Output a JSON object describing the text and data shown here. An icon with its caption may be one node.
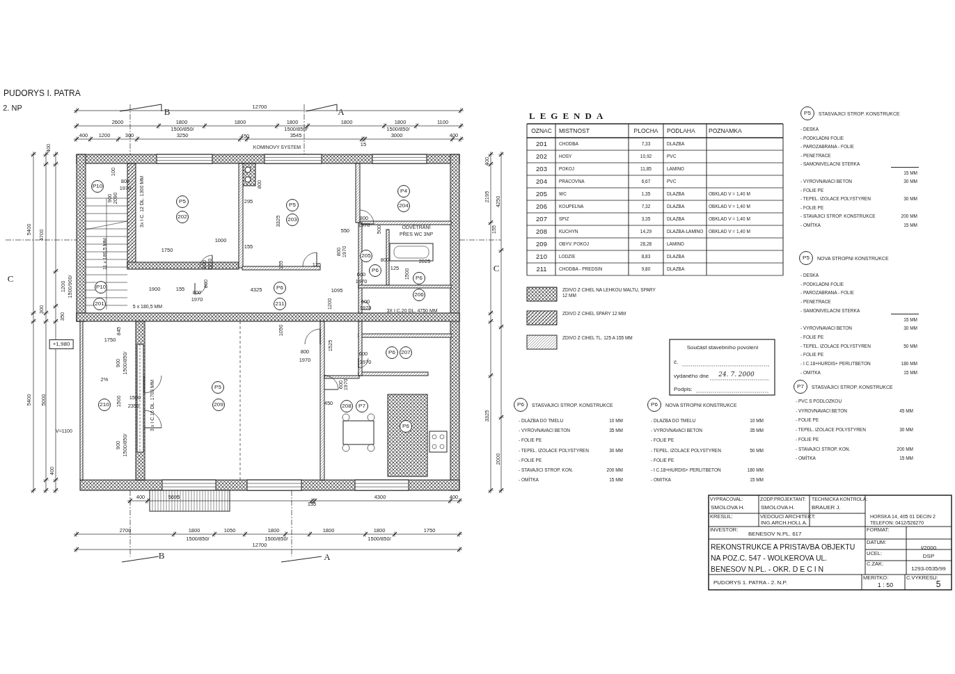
{
  "diagram": {
    "title": "PUDORYS I. PATRA",
    "nodes": [
      {
        "text": [
          "P10"
        ]
      },
      {
        "text": [
          "P5"
        ]
      },
      {
        "text": [
          "202"
        ]
      },
      {
        "text": [
          "P5"
        ]
      },
      {
        "text": [
          "203"
        ]
      },
      {
        "text": [
          "P4"
        ]
      },
      {
        "text": [
          "204"
        ]
      },
      {
        "text": [
          "205"
        ]
      },
      {
        "text": [
          "P6"
        ]
      },
      {
        "text": [
          "P6"
        ]
      },
      {
        "text": [
          "206"
        ]
      },
      {
        "text": [
          "P10"
        ]
      },
      {
        "text": [
          "P6"
        ]
      },
      {
        "text": [
          "201"
        ]
      },
      {
        "text": [
          "211"
        ]
      },
      {
        "text": [
          "+1,980"
        ]
      },
      {
        "text": [
          "P6"
        ]
      },
      {
        "text": [
          "207"
        ]
      },
      {
        "text": [
          "P5"
        ]
      },
      {
        "text": [
          "210"
        ]
      },
      {
        "text": [
          "209"
        ]
      },
      {
        "text": [
          "208"
        ]
      },
      {
        "text": [
          "P7"
        ]
      },
      {
        "text": [
          "P6"
        ]
      },
      {
        "text": [
          "P5"
        ],
        "beside": [
          "STASVAJICI STROP. KONSTRUKCE"
        ]
      },
      {
        "text": [
          "P5"
        ],
        "beside": [
          "NOVA STROPNI KONSTRUKCE"
        ]
      },
      {
        "text": [
          "P7"
        ],
        "beside": [
          "STASVAJICI STROP. KONSTRUKCE"
        ]
      },
      {
        "text": [
          "P6"
        ],
        "beside": [
          "STASVAJICI STROP. KONSTRUKCE"
        ]
      },
      {
        "text": [
          "P6"
        ],
        "beside": [
          "NOVA STROPNI KONSTRUKCE"
        ]
      }
    ],
    "labels": [
      "2. NP",
      "B",
      "A",
      "12700",
      "2600",
      "1800",
      "1800",
      "1800",
      "1800",
      "1800",
      "1100",
      "1500/850/",
      "1500/850/",
      "1500/850/",
      "400",
      "1200",
      "300",
      "3250",
      "450",
      "3545",
      "3000",
      "400",
      "15",
      "KOMINOVY SYSTEM",
      "400",
      "5400",
      "4700",
      "C",
      "100",
      "800",
      "1970",
      "900",
      "2090",
      "3x I C. 12 DL. 1300 MM",
      "800",
      "295",
      "3325",
      "800",
      "1970",
      "500",
      "ODVĚTRÁNÍ",
      "PŘES WC 3NP",
      "550",
      "1000",
      "1750",
      "155",
      "11 x 180,5 MM",
      "800",
      "1970",
      "155",
      "125",
      "800",
      "1970",
      "2025",
      "800",
      "125",
      "600",
      "1970",
      "1500",
      "1900",
      "155",
      "800",
      "800",
      "1970",
      "4325",
      "1095",
      "1200",
      "1500/900/",
      "5 x 180,5 MM",
      "600",
      "1970",
      "1200",
      "3X I C.20 DL. 4750 MM",
      "300",
      "350",
      "1750",
      "845",
      "1050",
      "1525",
      "800",
      "1970",
      "600",
      "1970",
      "900",
      "1500/850/",
      "2%",
      "600",
      "1970",
      "1500",
      "1500",
      "2350",
      "3 x I C.16 DL. 1700 MM",
      "5400",
      "5000",
      "450",
      "V=1100",
      "900",
      "1500/850/",
      "400",
      "400",
      "5695",
      "155",
      "4300",
      "400",
      "2700",
      "1800",
      "1050",
      "1800",
      "1800",
      "1800",
      "1750",
      "1500/850/",
      "1500/850/",
      "1500/850/",
      "12700",
      "B",
      "A",
      "C",
      "400",
      "2195",
      "4250",
      "155",
      "3325",
      "2000",
      "LEGENDA",
      "OZNAC",
      "MISTNOST",
      "PLOCHA",
      "PODLAHA",
      "POZNAMKA",
      "201",
      "CHODBA",
      "7,33",
      "DLAZBA",
      "202",
      "HOSY",
      "10,92",
      "PVC",
      "203",
      "POKOJ",
      "11,85",
      "LAMINO",
      "204",
      "PRACOVNA",
      "6,67",
      "PVC",
      "205",
      "WC",
      "1,35",
      "DLAZBA",
      "OBKLAD V = 1,40 M",
      "206",
      "KOUPELNA",
      "7,32",
      "DLAZBA",
      "OBKLAD V = 1,40 M",
      "207",
      "SPIZ",
      "3,35",
      "DLAZBA",
      "OBKLAD V = 1,40 M",
      "208",
      "KUCHYN",
      "14,29",
      "DLAZBA-LAMINO",
      "OBKLAD V = 1,40 M",
      "209",
      "OBYV. POKOJ",
      "28,28",
      "LAMINO",
      "210",
      "LODZIE",
      "8,83",
      "DLAZBA",
      "211",
      "CHODBA - PREDSIN",
      "9,80",
      "DLAZBA",
      "Součást stavebního povolení",
      "č.",
      "vydaného dne",
      "24. 7. 2000",
      "Podpis:",
      "- DESKA",
      "- PODKLADNI FOLIE",
      "- PAROZABRANA - FOLIE",
      "- PENETRACE",
      "- SAMONIVELACNI STERKA",
      "15 MM",
      "- VYROVNAVACI BETON",
      "30 MM",
      "- FOLIE PE",
      "- TEPEL. IZOLACE POLYSTYREN",
      "30 MM",
      "- FOLIE PE",
      "- STAVAJICI STROP. KONSTRUKCE",
      "200 MM",
      "- OMÍTKA",
      "15 MM",
      "- DESKA",
      "- PODKLADNI FOLIE",
      "- PAROZABRANA - FOLIE",
      "- PENETRACE",
      "- SAMONIVELACNI STERKA",
      "15 MM",
      "- VYROVNAVACI BETON",
      "30 MM",
      "- FOLIE PE",
      "- TEPEL. IZOLACE POLYSTYREN",
      "50 MM",
      "- FOLIE PE",
      "- I C.18+HURDIS+ PERLITBETON",
      "180 MM",
      "- OMITKA",
      "15 MM",
      "- PVC S PODLOZKOU",
      "- VYROVNAVACI BETON",
      "45 MM",
      "- FOLIE PE",
      "- TEPEL. IZOLACE POLYSTYREN",
      "30 MM",
      "- FOLIE PE",
      "- STAVAJICI STROP. KON.",
      "200 MM",
      "- OMÍTKA",
      "15 MM",
      "- DLAZBA DO TMELU",
      "10 MM",
      "- VYROVNAVACI BETON",
      "35 MM",
      "- FOLIE PE",
      "- TEPEL. IZOLACE POLYSTYREN",
      "30 MM",
      "- FOLIE PE",
      "- STAVAJICI STROP. KON.",
      "200 MM",
      "- OMÍTKA",
      "15 MM",
      "- DLAZBA DO TMELU",
      "10 MM",
      "- VYROVNAVACI BETON",
      "35 MM",
      "- FOLIE PE",
      "- TEPEL. IZOLACE POLYSTYREN",
      "50 MM",
      "- FOLIE PE",
      "- I C.18+HURDIS+ PERLITBETON",
      "180 MM",
      "- OMITKA",
      "15 MM",
      "VYPRACOVAL:",
      "SMOLOVA H.",
      "ZODP.PROJEKTANT:",
      "SMOLOVA H.",
      "TECHNICKA KONTROLA:",
      "BRAUER J.",
      "HORSKA 14, 405 01 DECIN 2",
      "TELEFON: 0412/526270",
      "KRESLIL:",
      "VEDOUCI ARCHITEKT:",
      "ING.ARCH.HOLL A.",
      "INVESTOR:",
      "BENESOV N.PL. 617",
      "FORMAT:",
      "REKONSTRUKCE A PRISTAVBA OBJEKTU NA POZ.C. 547 - WOLKEROVA UL. BENESOV N.PL. - OKR. D E C I N",
      "DATUM:",
      "I/2000",
      "UCEL:",
      "DSP",
      "C.ZAK:",
      "1293-0535/99",
      "PUDORYS 1. PATRA - 2. N.P.",
      "MERITKO:",
      "1 : 50",
      "C.VYKRESU:",
      "5"
    ],
    "legend": [
      {
        "text": "ZDIVO Z CIHEL NA LEHKOU MALTU, SPARY 12 MM"
      },
      {
        "text": "ZDIVO Z CIHEL SPARY 12 MM"
      },
      {
        "text": "ZDIVO Z CIHEL TL. 125 A 155 MM"
      }
    ]
  }
}
